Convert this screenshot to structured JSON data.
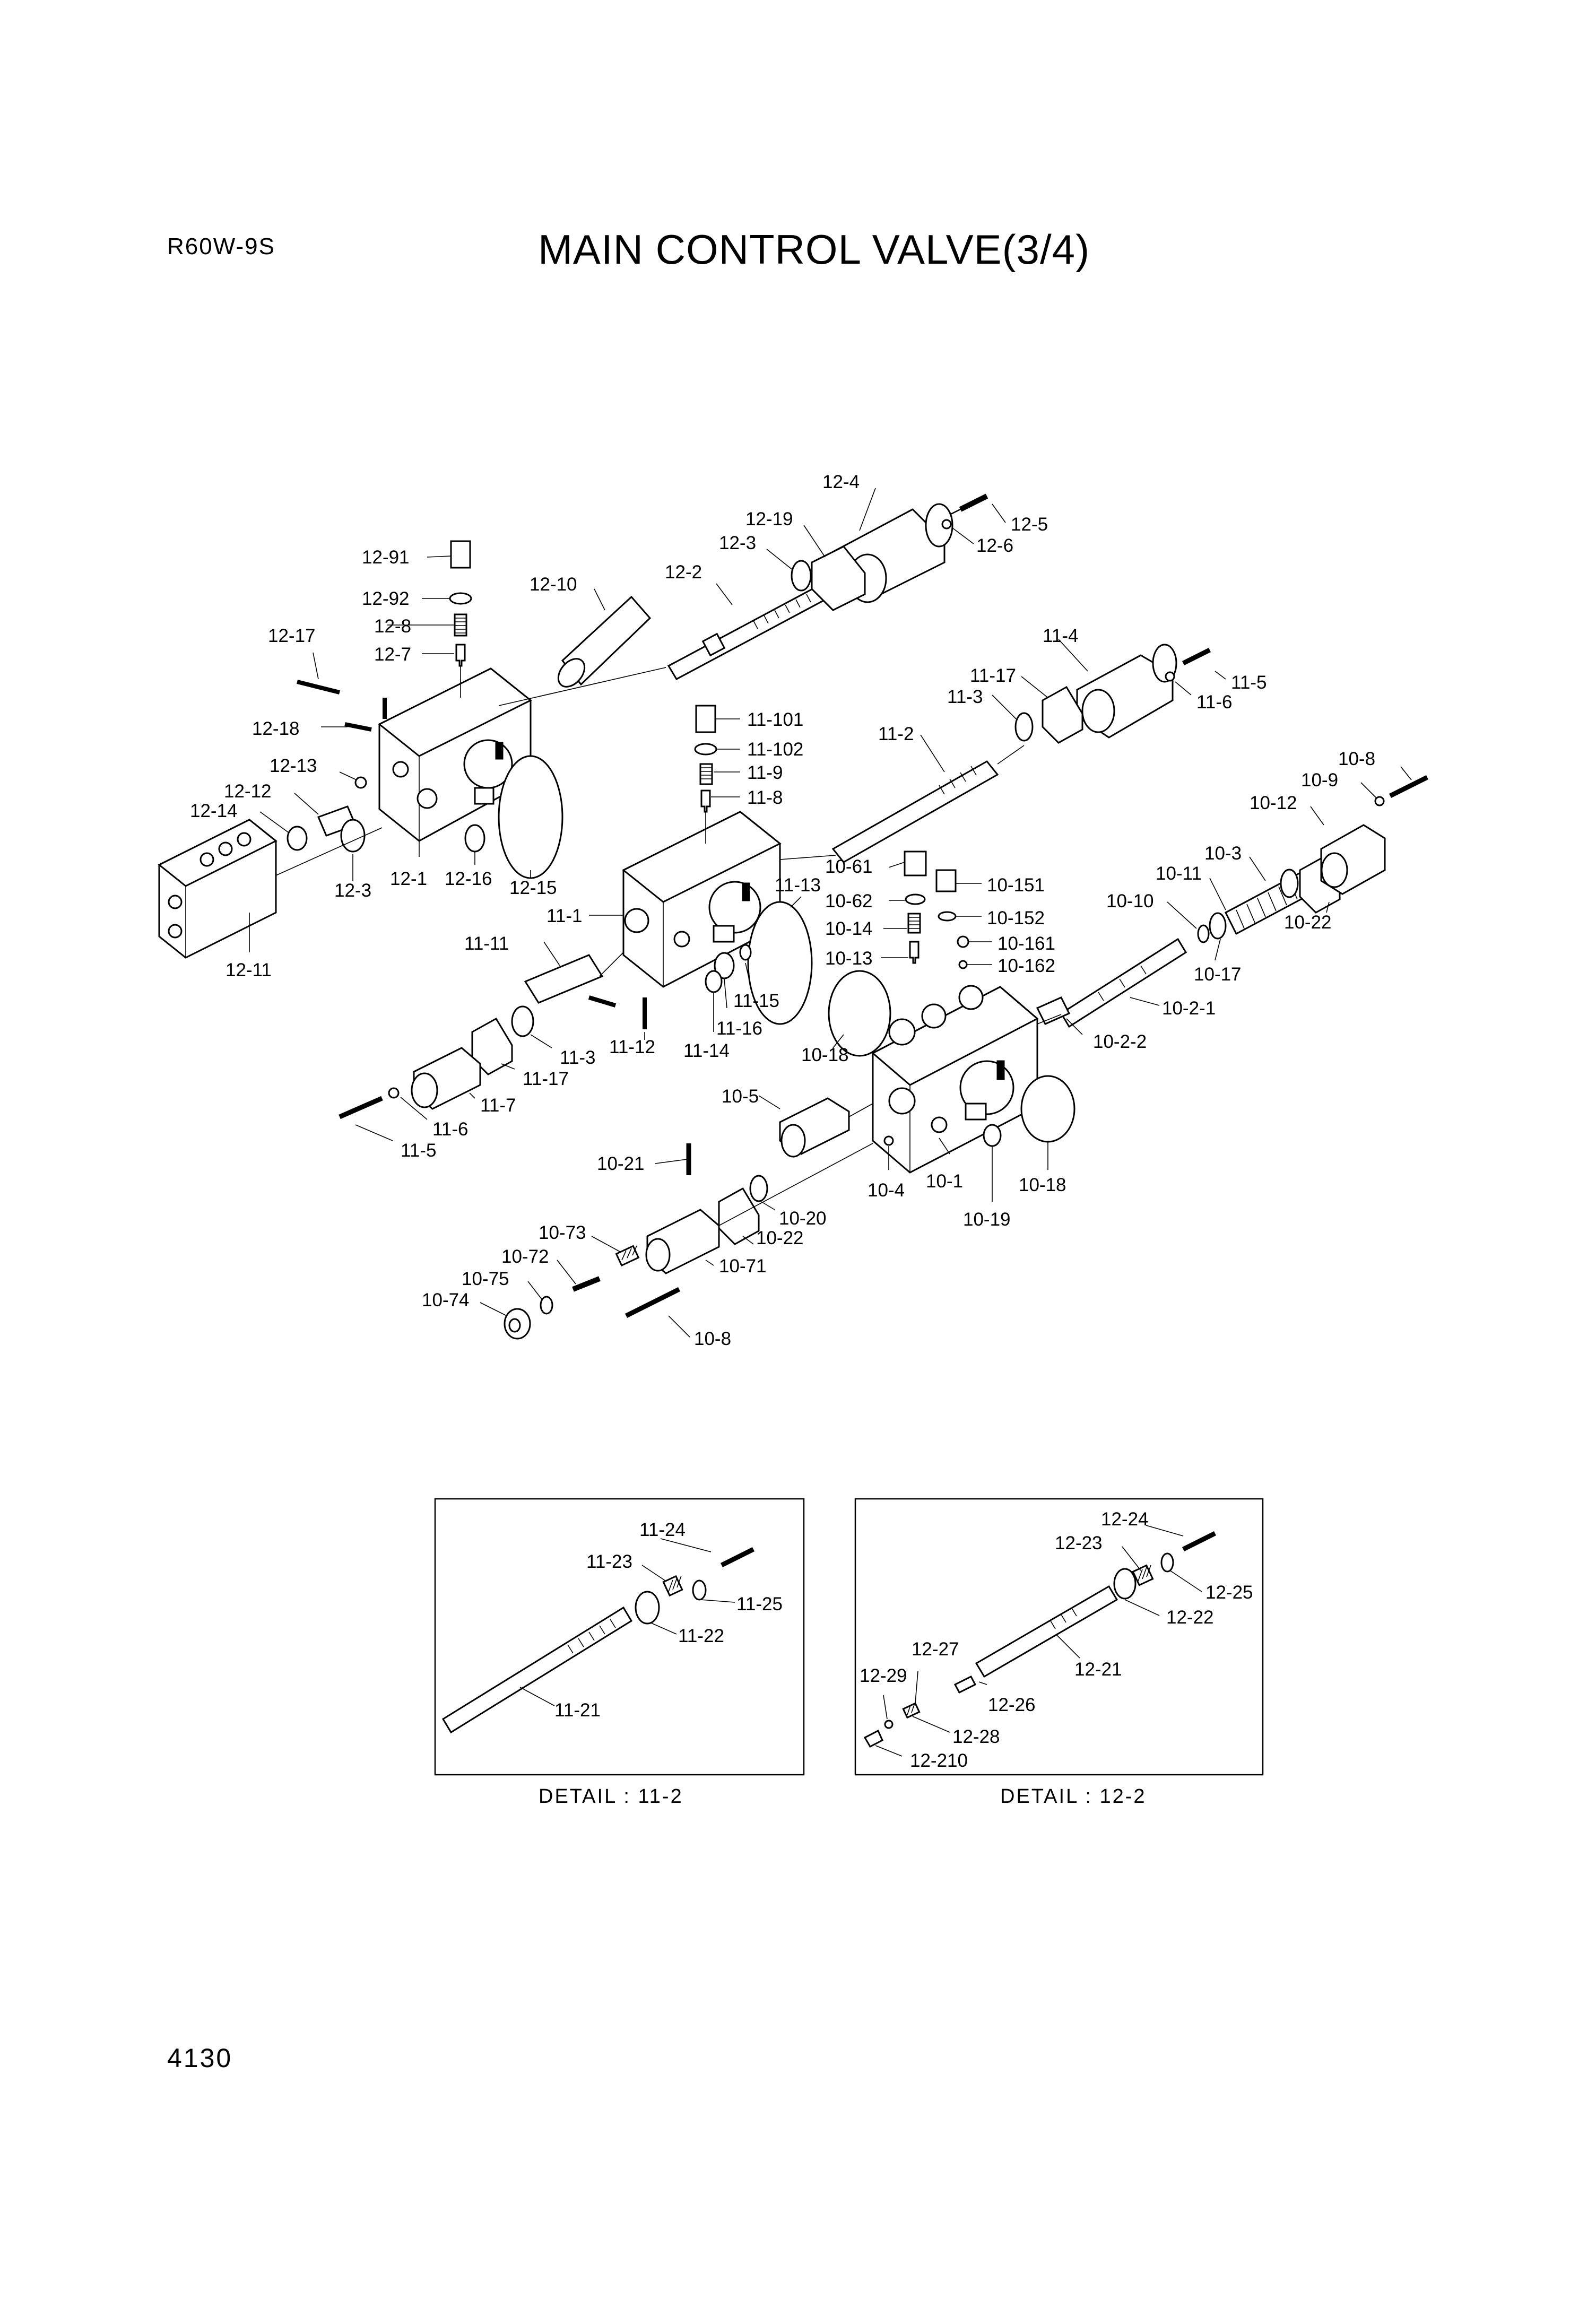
{
  "header": {
    "model": "R60W-9S",
    "title": "MAIN CONTROL VALVE(3/4)"
  },
  "footer": {
    "page_number": "4130"
  },
  "details": [
    {
      "caption": "DETAIL : 11-2"
    },
    {
      "caption": "DETAIL : 12-2"
    }
  ],
  "callouts": {
    "c12_4": "12-4",
    "c12_5": "12-5",
    "c12_6": "12-6",
    "c12_19": "12-19",
    "c12_3a": "12-3",
    "c12_2": "12-2",
    "c12_10": "12-10",
    "c12_91": "12-91",
    "c12_92": "12-92",
    "c12_8": "12-8",
    "c12_7": "12-7",
    "c12_17": "12-17",
    "c12_18": "12-18",
    "c12_13": "12-13",
    "c12_12": "12-12",
    "c12_14": "12-14",
    "c12_3b": "12-3",
    "c12_1": "12-1",
    "c12_16": "12-16",
    "c12_15": "12-15",
    "c12_11": "12-11",
    "c11_4": "11-4",
    "c11_5a": "11-5",
    "c11_6a": "11-6",
    "c11_17a": "11-17",
    "c11_3a": "11-3",
    "c11_2": "11-2",
    "c11_101": "11-101",
    "c11_102": "11-102",
    "c11_9": "11-9",
    "c11_8": "11-8",
    "c11_1": "11-1",
    "c11_13": "11-13",
    "c11_11": "11-11",
    "c11_15": "11-15",
    "c11_16": "11-16",
    "c11_14": "11-14",
    "c11_12": "11-12",
    "c11_3b": "11-3",
    "c11_17b": "11-17",
    "c11_7": "11-7",
    "c11_6b": "11-6",
    "c11_5b": "11-5",
    "c10_8a": "10-8",
    "c10_9": "10-9",
    "c10_12": "10-12",
    "c10_3": "10-3",
    "c10_11": "10-11",
    "c10_10": "10-10",
    "c10_22a": "10-22",
    "c10_17": "10-17",
    "c10_61": "10-61",
    "c10_62": "10-62",
    "c10_14": "10-14",
    "c10_13": "10-13",
    "c10_151": "10-151",
    "c10_152": "10-152",
    "c10_161": "10-161",
    "c10_162": "10-162",
    "c10_2_1": "10-2-1",
    "c10_2_2": "10-2-2",
    "c10_18a": "10-18",
    "c10_5": "10-5",
    "c10_18b": "10-18",
    "c10_19": "10-19",
    "c10_1": "10-1",
    "c10_4": "10-4",
    "c10_21": "10-21",
    "c10_20": "10-20",
    "c10_22b": "10-22",
    "c10_71": "10-71",
    "c10_73": "10-73",
    "c10_72": "10-72",
    "c10_75": "10-75",
    "c10_74": "10-74",
    "c10_8b": "10-8",
    "d11_24": "11-24",
    "d11_23": "11-23",
    "d11_25": "11-25",
    "d11_22": "11-22",
    "d11_21": "11-21",
    "d12_24": "12-24",
    "d12_23": "12-23",
    "d12_25": "12-25",
    "d12_22": "12-22",
    "d12_27": "12-27",
    "d12_21": "12-21",
    "d12_29": "12-29",
    "d12_26": "12-26",
    "d12_28": "12-28",
    "d12_210": "12-210"
  }
}
